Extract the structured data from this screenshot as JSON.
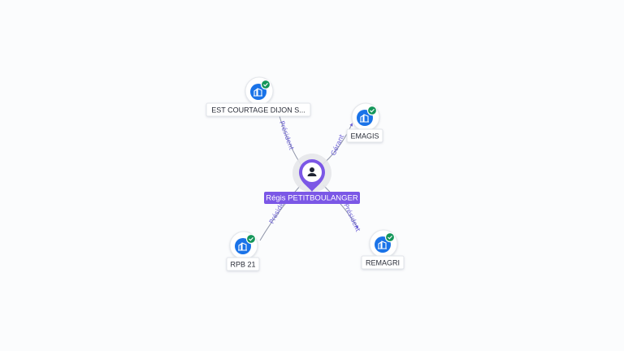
{
  "colors": {
    "background": "#fbfcfd",
    "person_accent": "#7b57e6",
    "company_badge": "#1a73e8",
    "verified_badge": "#14965a",
    "edge": "#8e94a8",
    "edge_label": "#6b5fd6"
  },
  "center": {
    "name": "Régis PETITBOULANGER",
    "icon": "person-icon"
  },
  "companies": [
    {
      "id": "est-courtage",
      "name": "EST COURTAGE DIJON S...",
      "role": "Président",
      "icon": "building-icon",
      "verified": true
    },
    {
      "id": "emagis",
      "name": "EMAGIS",
      "role": "Gérant",
      "icon": "building-icon",
      "verified": true
    },
    {
      "id": "rpb21",
      "name": "RPB 21",
      "role": "Président",
      "icon": "building-icon",
      "verified": true
    },
    {
      "id": "remagri",
      "name": "REMAGRI",
      "role": "Président",
      "icon": "building-icon",
      "verified": true
    }
  ]
}
